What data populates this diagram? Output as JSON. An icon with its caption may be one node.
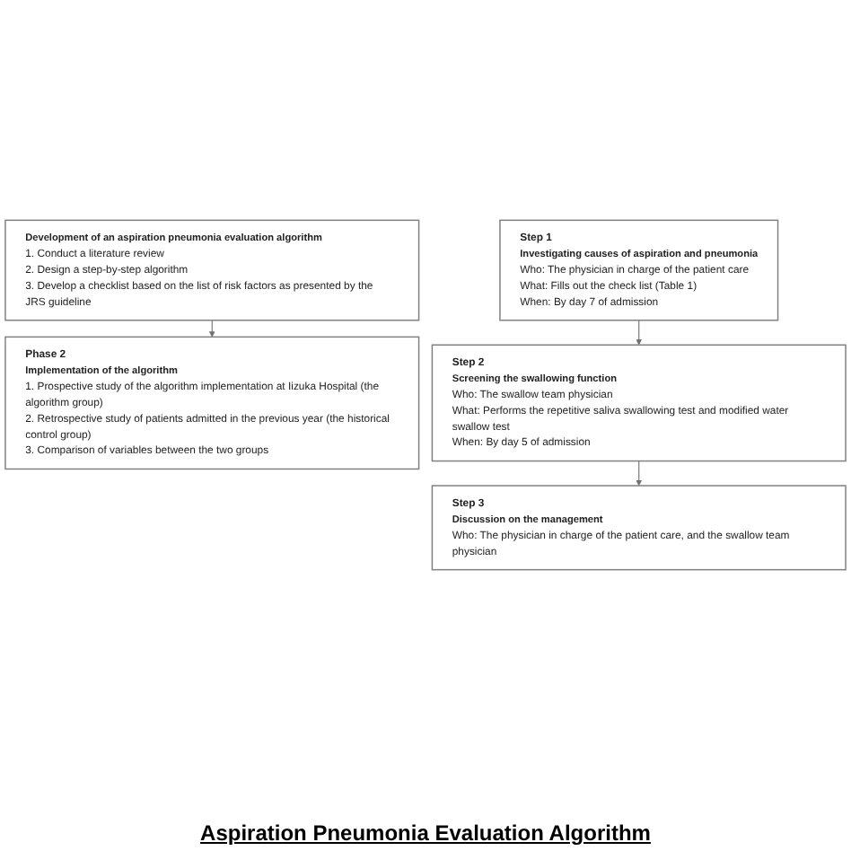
{
  "diagram": {
    "nodes": [
      {
        "text": [
          "Development of an aspiration pneumonia evaluation algorithm",
          "1. Conduct a literature review",
          "2. Design a step-by-step algorithm",
          "3. Develop a checklist based on the list of risk factors as presented by the JRS guideline"
        ]
      },
      {
        "text": [
          "Phase 2",
          "Implementation of the algorithm",
          "1. Prospective study of the algorithm implementation at Iizuka Hospital (the algorithm group)",
          "2. Retrospective study of patients admitted in the previous year (the historical control group)",
          "3. Comparison of variables between the two groups"
        ]
      },
      {
        "text": [
          "Step 1",
          "Investigating causes of aspiration and pneumonia",
          "Who: The physician in charge of the patient care",
          "What: Fills out the check list (Table 1)",
          "When: By day 7 of admission"
        ]
      },
      {
        "text": [
          "Step 2",
          "Screening the swallowing function",
          "Who: The swallow team physician",
          "What: Performs the repetitive saliva swallowing test and modified water swallow test",
          "When: By day 5 of admission"
        ]
      },
      {
        "text": [
          "Step 3",
          "Discussion on the management",
          "Who: The physician in charge of the patient care, and the swallow team physician"
        ]
      }
    ],
    "edges": [
      {
        "from": 0,
        "to": 1,
        "arrow": "to"
      },
      {
        "from": 2,
        "to": 3,
        "arrow": "to"
      },
      {
        "from": 3,
        "to": 4,
        "arrow": "to"
      }
    ],
    "labels": [
      "Aspiration Pneumonia Evaluation Algorithm"
    ]
  }
}
